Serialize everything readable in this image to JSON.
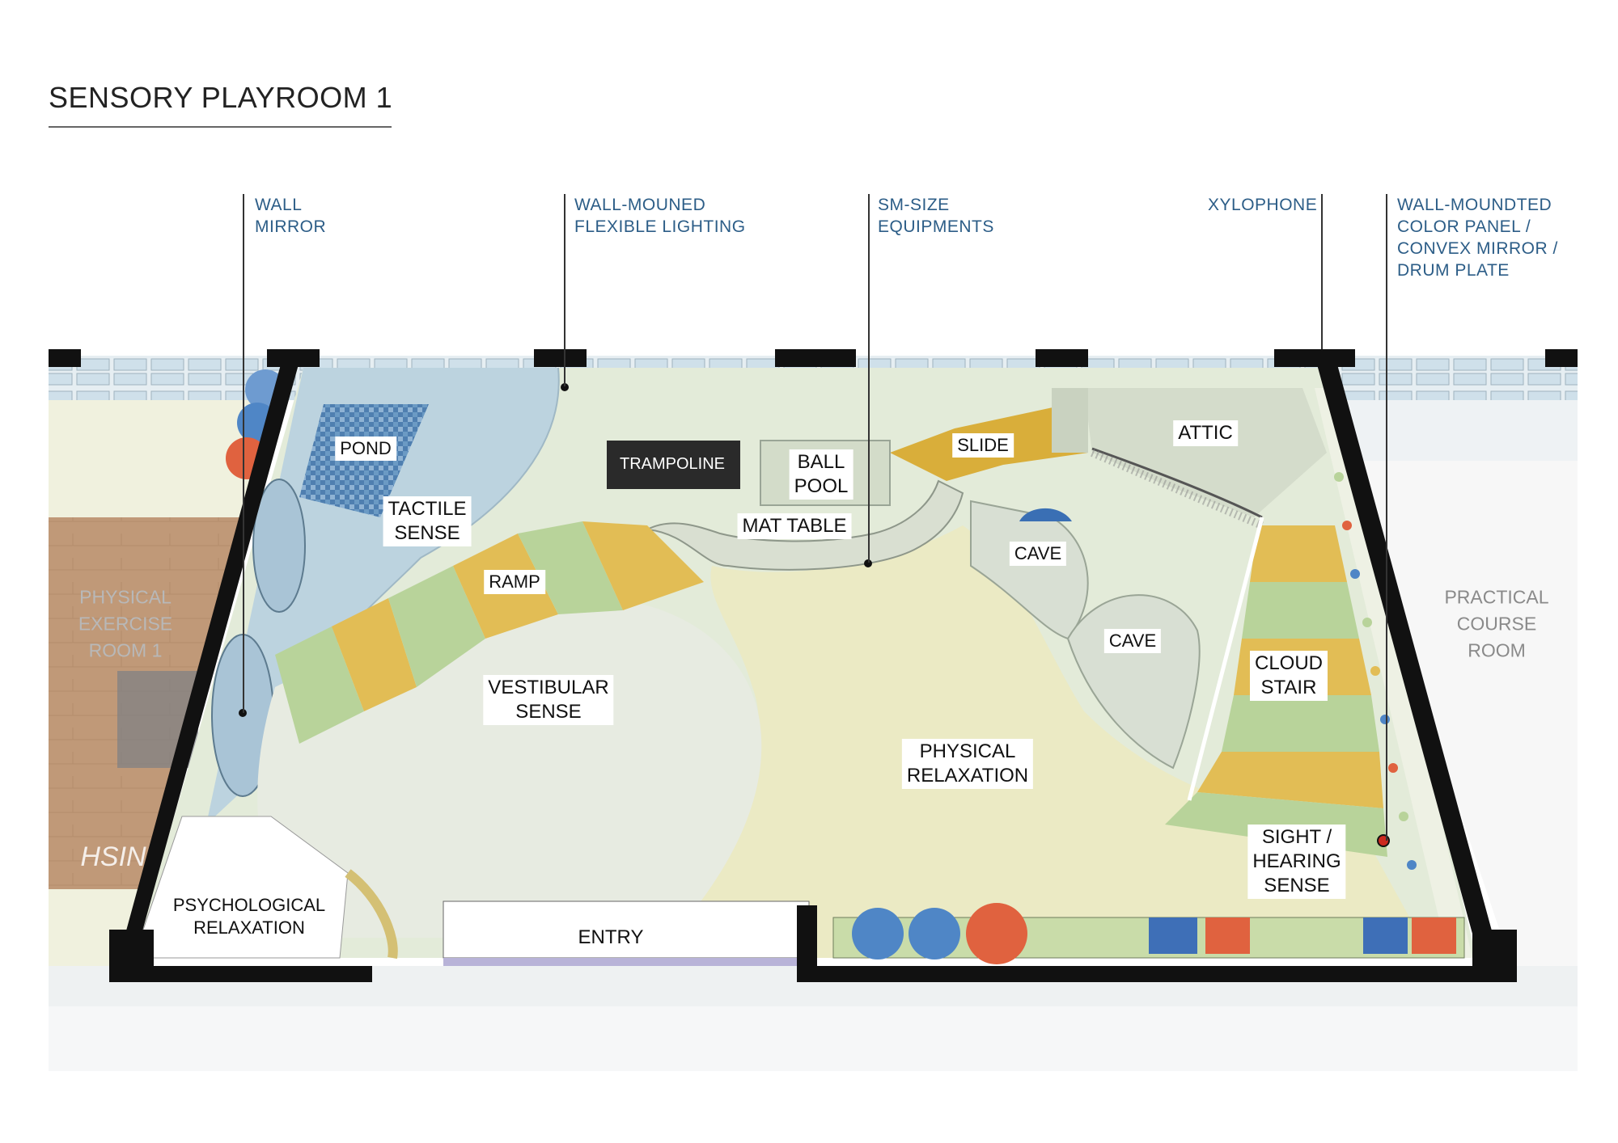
{
  "title": "SENSORY PLAYROOM 1",
  "callouts": [
    {
      "id": "wall-mirror",
      "text": "WALL\nMIRROR"
    },
    {
      "id": "flexible-lighting",
      "text": "WALL-MOUNED\nFLEXIBLE LIGHTING"
    },
    {
      "id": "sm-size-equipments",
      "text": "SM-SIZE\nEQUIPMENTS"
    },
    {
      "id": "xylophone",
      "text": "XYLOPHONE"
    },
    {
      "id": "color-panel",
      "text": "WALL-MOUNDTED\nCOLOR PANEL /\nCONVEX MIRROR /\nDRUM PLATE"
    }
  ],
  "zones": {
    "pond": "POND",
    "tactile_sense": "TACTILE\nSENSE",
    "trampoline": "TRAMPOLINE",
    "ball_pool": "BALL\nPOOL",
    "slide": "SLIDE",
    "attic": "ATTIC",
    "mat_table": "MAT TABLE",
    "ramp": "RAMP",
    "cave_upper": "CAVE",
    "cave_lower": "CAVE",
    "cloud_stair": "CLOUD\nSTAIR",
    "vestibular_sense": "VESTIBULAR\nSENSE",
    "physical_relaxation": "PHYSICAL\nRELAXATION",
    "sight_hearing_sense": "SIGHT /\nHEARING\nSENSE",
    "psychological_relaxation": "PSYCHOLOGICAL\nRELAXATION",
    "entry": "ENTRY"
  },
  "adjacent_rooms": {
    "left": "PHYSICAL\nEXERCISE\nROOM 1",
    "right": "PRACTICAL\nCOURSE\nROOM",
    "left_wall_text": "HSIN"
  },
  "colors": {
    "callout_text": "#2c5d87",
    "floor_base": "#e3ebd9",
    "physical_relaxation_floor": "#ebeac4",
    "tactile_floor": "#bcd3df",
    "ramp_yellow": "#e2bd55",
    "ramp_green": "#b8d39a",
    "stool_blue": "#4f86c6",
    "stool_red": "#e0623f",
    "wall": "#111111",
    "adjacent_wood": "#b88a66"
  }
}
